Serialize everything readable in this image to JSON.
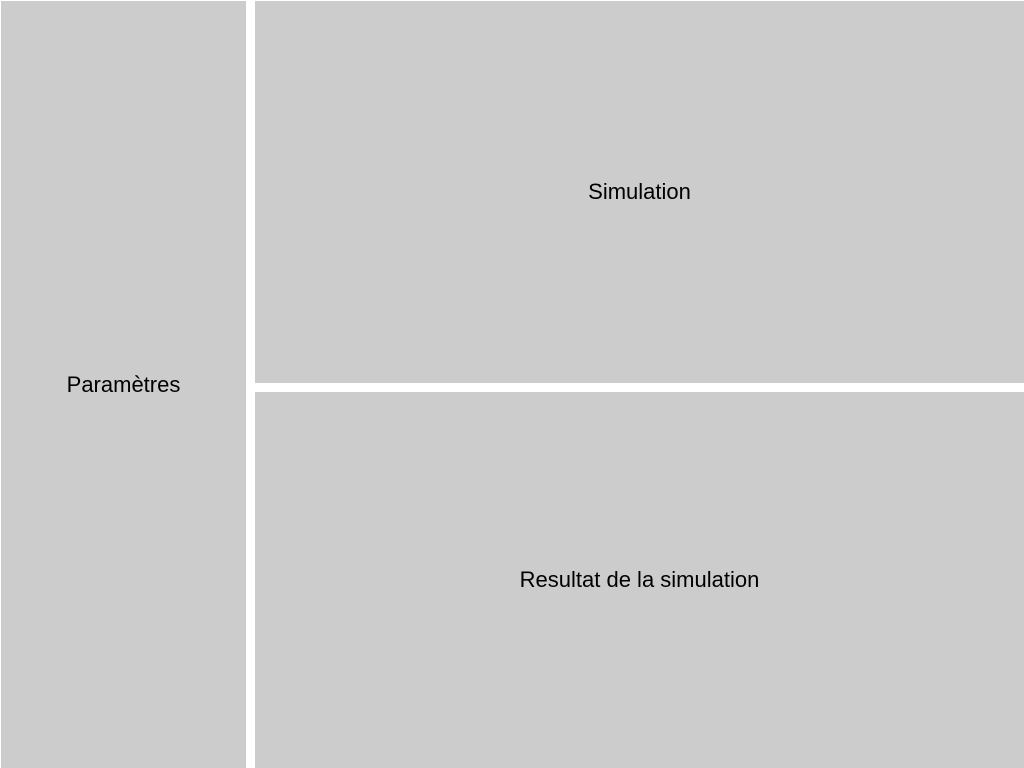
{
  "panels": {
    "parameters": {
      "label": "Paramètres"
    },
    "simulation": {
      "label": "Simulation"
    },
    "result": {
      "label": "Resultat de la simulation"
    }
  },
  "colors": {
    "panel_background": "#cccccc",
    "gutter": "#ffffff",
    "text": "#000000"
  }
}
